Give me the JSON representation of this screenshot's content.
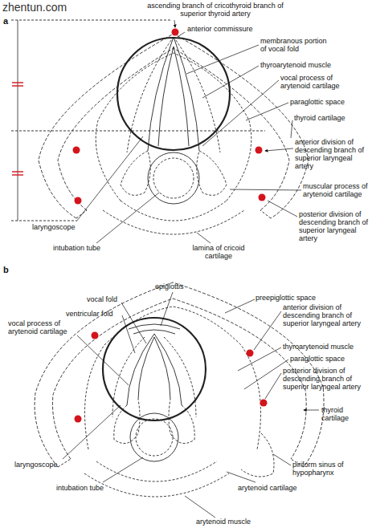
{
  "diagram": {
    "labels": [
      "zhentun.com",
      "a",
      "ascending branch of cricothyroid branch of superior thyroid artery",
      "anterior commissure",
      "membranous portion of vocal fold",
      "thyroarytenoid muscle",
      "vocal process of arytenoid cartilage",
      "paraglottic space",
      "thyroid cartilage",
      "anterior division of descending branch of superior laryngeal artery",
      "muscular process of arytenoid cartilage",
      "posterior division of descending branch of superior laryngeal artery",
      "laryngoscope",
      "intubation tube",
      "lamina of cricoid cartilage",
      "b",
      "epiglottis",
      "vocal fold",
      "preepiglottic space",
      "ventricular fold",
      "anterior division of descending branch of superior laryngeal artery",
      "vocal process of arytenoid cartilage",
      "thyroarytenoid muscle",
      "paraglottic space",
      "posterior division of descending branch of superior laryngeal artery",
      "thyroid cartilage",
      "laryngoscope",
      "intubation tube",
      "piriform sinus of hypopharynx",
      "arytenoid cartilage",
      "arytenoid muscle"
    ]
  }
}
